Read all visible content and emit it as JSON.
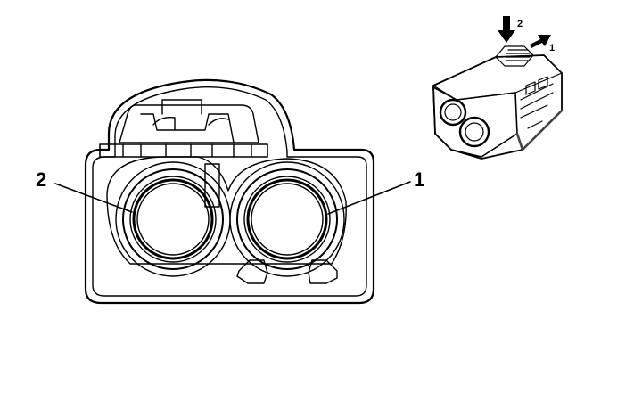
{
  "front_view": {
    "callout_left": "2",
    "callout_right": "1"
  },
  "inset_view": {
    "arrow_down_label": "2",
    "arrow_right_label": "1"
  },
  "colors": {
    "line": "#000000",
    "background": "#ffffff",
    "iso_shadow": "#444444"
  }
}
